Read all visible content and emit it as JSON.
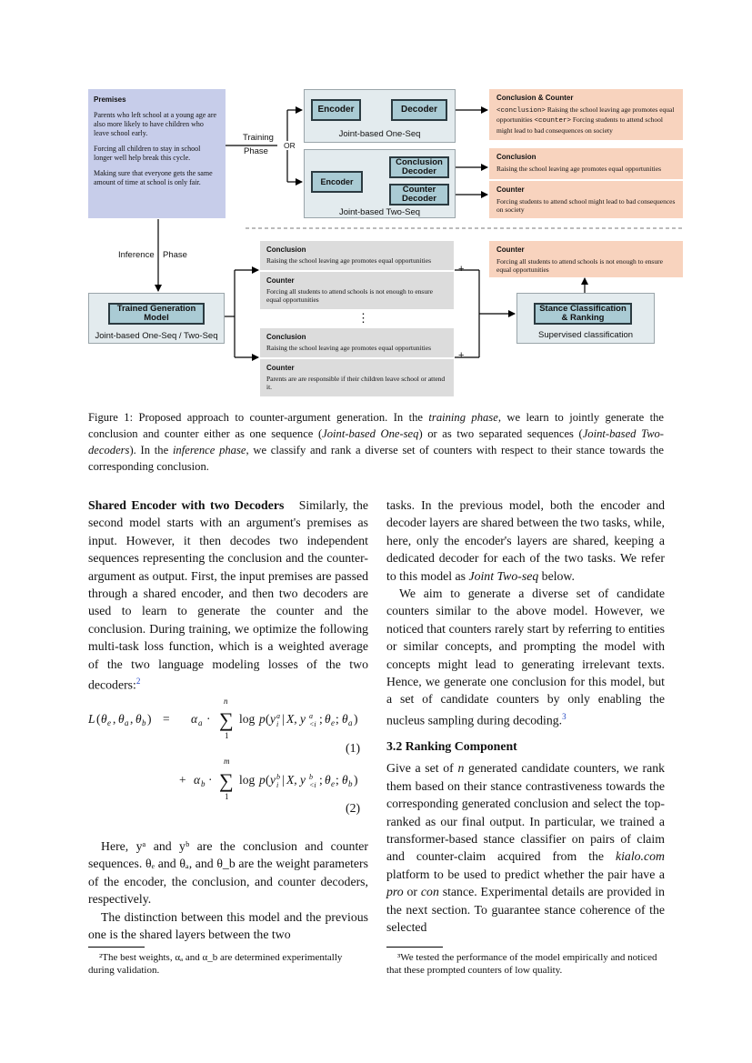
{
  "figure": {
    "premises": {
      "title": "Premises",
      "lines": [
        "Parents who left school at a young age are also more likely to have children who leave school early.",
        "Forcing all children to stay in school longer well help break this cycle.",
        "Making sure that everyone gets the same amount of time at school is only fair."
      ]
    },
    "training_label": "Training",
    "phase_label": "Phase",
    "or_label": "OR",
    "one_seq": {
      "encoder": "Encoder",
      "decoder": "Decoder",
      "caption": "Joint-based One-Seq"
    },
    "two_seq": {
      "encoder": "Encoder",
      "conclusion_decoder": "Conclusion Decoder",
      "counter_decoder": "Counter Decoder",
      "caption": "Joint-based Two-Seq"
    },
    "out_conclusion_counter": {
      "title": "Conclusion & Counter",
      "tag1": "<conclusion>",
      "text1": " Raising the school leaving age promotes equal opportunities ",
      "tag2": "<counter>",
      "text2": " Forcing students to attend school might lead to bad consequences on society"
    },
    "out_conclusion": {
      "title": "Conclusion",
      "text": "Raising the school leaving age promotes equal opportunities"
    },
    "out_counter": {
      "title": "Counter",
      "text": "Forcing students to attend school might lead to bad consequences on society"
    },
    "inference_label": "Inference",
    "inference_phase_label": "Phase",
    "trained_model": {
      "label": "Trained Generation Model",
      "caption": "Joint-based One-Seq / Two-Seq"
    },
    "candidates": [
      {
        "c_title": "Conclusion",
        "c_text": "Raising the school leaving age promotes equal opportunities",
        "k_title": "Counter",
        "k_text": "Forcing all students to attend schools is not enough to ensure equal opportunities"
      },
      {
        "c_title": "Conclusion",
        "c_text": "Raising the school leaving age promotes equal opportunities",
        "k_title": "Counter",
        "k_text": "Parents are are responsible if their children leave school or attend it."
      }
    ],
    "ellipsis": "⋮",
    "plus": "+",
    "stance": {
      "label": "Stance Classification & Ranking",
      "caption": "Supervised classification"
    },
    "final_counter": {
      "title": "Counter",
      "text": "Forcing all students to attend schools is not enough to ensure equal opportunities"
    }
  },
  "caption": {
    "p1": "Figure 1: Proposed approach to counter-argument generation. In the ",
    "i1": "training phase",
    "p2": ", we learn to jointly generate the conclusion and counter either as one sequence (",
    "i2": "Joint-based One-seq",
    "p3": ") or as two separated sequences (",
    "i3": "Joint-based Two-decoders",
    "p4": "). In the ",
    "i4": "inference phase",
    "p5": ", we classify and rank a diverse set of counters with respect to their stance towards the corresponding conclusion."
  },
  "left": {
    "heading": "Shared Encoder with two Decoders",
    "para1": "Similarly, the second model starts with an argument's premises as input. However, it then decodes two independent sequences representing the conclusion and the counter-argument as output. First, the input premises are passed through a shared encoder, and then two decoders are used to learn to generate the counter and the conclusion. During training, we optimize the following multi-task loss function, which is a weighted average of the two language modeling losses of the two decoders:",
    "fn_mark": "2",
    "eq1_num": "(1)",
    "eq2_num": "(2)",
    "para2": "Here, yᵃ and yᵇ are the conclusion and counter sequences. θₑ and θₐ, and θ_b are the weight parameters of the encoder, the conclusion, and counter decoders, respectively.",
    "para3": "The distinction between this model and the previous one is the shared layers between the two",
    "footnote": "²The best weights, αₐ and α_b are determined experimentally during validation."
  },
  "right": {
    "para1_a": "tasks. In the previous model, both the encoder and decoder layers are shared between the two tasks, while, here, only the encoder's layers are shared, keeping a dedicated decoder for each of the two tasks. We refer to this model as ",
    "para1_i": "Joint Two-seq",
    "para1_b": " below.",
    "para2": "We aim to generate a diverse set of candidate counters similar to the above model. However, we noticed that counters rarely start by referring to entities or similar concepts, and prompting the model with concepts might lead to generating irrelevant texts. Hence, we generate one conclusion for this model, but a set of candidate counters by only enabling the nucleus sampling during decoding.",
    "fn_mark": "3",
    "section": "3.2   Ranking Component",
    "para3_a": "Give a set of ",
    "para3_n": "n",
    "para3_b": " generated candidate counters, we rank them based on their stance contrastiveness towards the corresponding generated conclusion and select the top-ranked as our final output. In particular, we trained a transformer-based stance classifier on pairs of claim and counter-claim acquired from the ",
    "para3_i": "kialo.com",
    "para3_c": " platform to be used to predict whether the pair have a ",
    "para3_pro": "pro",
    "para3_or": " or ",
    "para3_con": "con",
    "para3_d": " stance. Experimental details are provided in the next section. To guarantee stance coherence of the selected",
    "footnote": "³We tested the performance of the model empirically and noticed that these prompted counters of low quality."
  }
}
